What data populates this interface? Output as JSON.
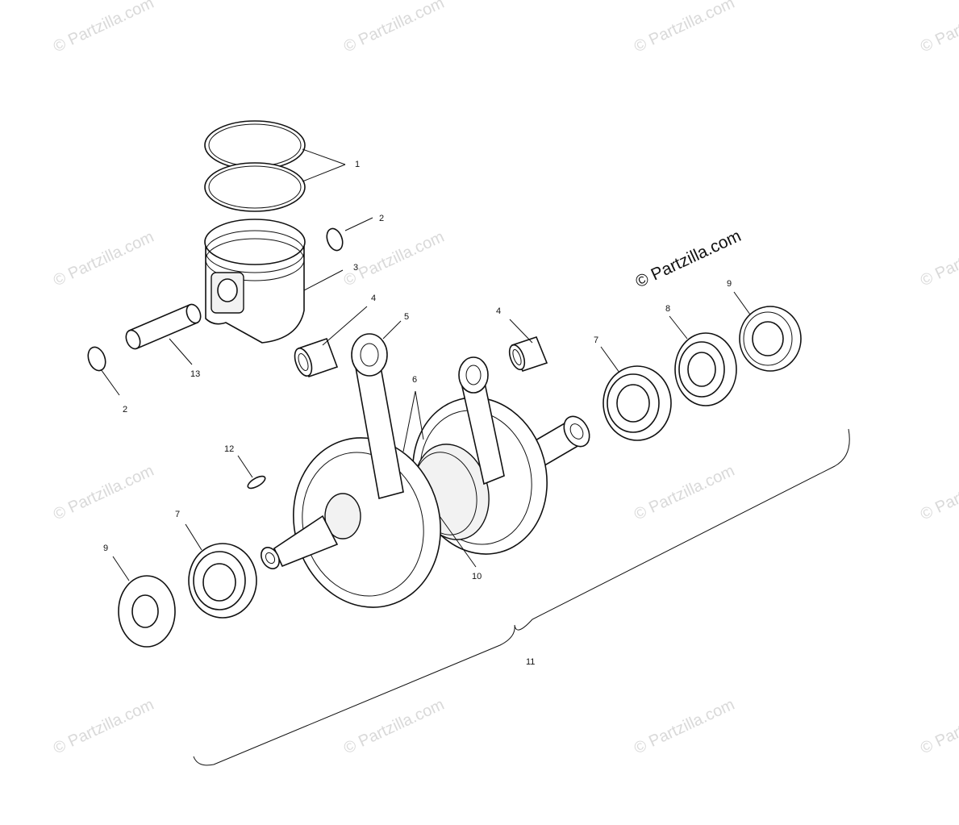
{
  "watermark": {
    "main_text": "© Partzilla.com",
    "faint_text": "© Partzilla.com"
  },
  "callouts": [
    "1",
    "2",
    "3",
    "2",
    "13",
    "4",
    "5",
    "4",
    "6",
    "7",
    "8",
    "9",
    "12",
    "7",
    "9",
    "10",
    "11"
  ]
}
